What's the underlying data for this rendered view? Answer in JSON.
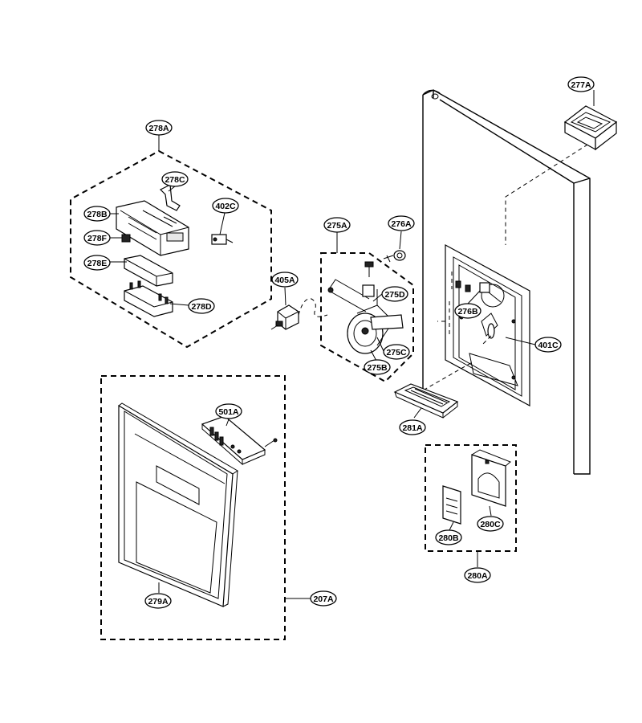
{
  "callouts": [
    {
      "id": "c278A",
      "text": "278A"
    },
    {
      "id": "c278C",
      "text": "278C"
    },
    {
      "id": "c278B",
      "text": "278B"
    },
    {
      "id": "c402C",
      "text": "402C"
    },
    {
      "id": "c278F",
      "text": "278F"
    },
    {
      "id": "c278E",
      "text": "278E"
    },
    {
      "id": "c278D",
      "text": "278D"
    },
    {
      "id": "c275A",
      "text": "275A"
    },
    {
      "id": "c276A",
      "text": "276A"
    },
    {
      "id": "c405A",
      "text": "405A"
    },
    {
      "id": "c275D",
      "text": "275D"
    },
    {
      "id": "c275C",
      "text": "275C"
    },
    {
      "id": "c275B",
      "text": "275B"
    },
    {
      "id": "c277A",
      "text": "277A"
    },
    {
      "id": "c276B",
      "text": "276B"
    },
    {
      "id": "c401C",
      "text": "401C"
    },
    {
      "id": "c281A",
      "text": "281A"
    },
    {
      "id": "c501A",
      "text": "501A"
    },
    {
      "id": "c279A",
      "text": "279A"
    },
    {
      "id": "c207A",
      "text": "207A"
    },
    {
      "id": "c280B",
      "text": "280B"
    },
    {
      "id": "c280C",
      "text": "280C"
    },
    {
      "id": "c280A",
      "text": "280A"
    }
  ]
}
